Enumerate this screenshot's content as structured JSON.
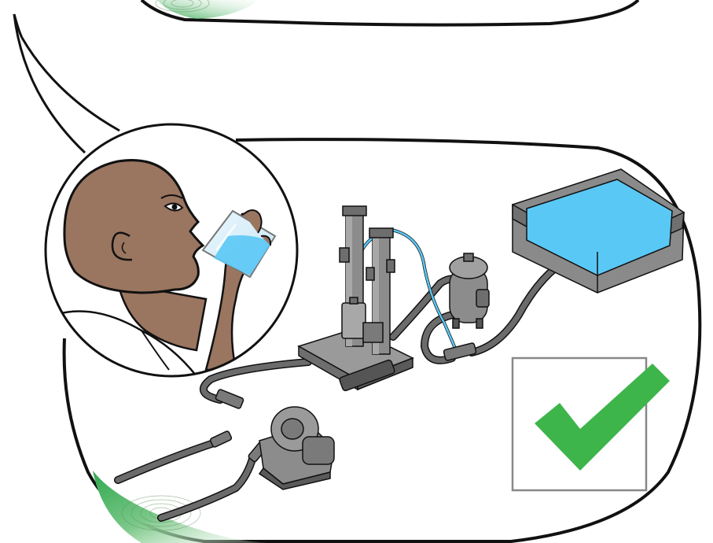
{
  "scene": {
    "panels": [
      "upper-panel",
      "lower-panel"
    ],
    "callout": "person-drinking-water",
    "equipment": [
      "water-treatment-unit",
      "pressure-tank",
      "pump",
      "water-reservoir"
    ],
    "status": "check-mark-approved"
  },
  "colors": {
    "outline": "#111111",
    "water": "#5ac8f5",
    "water_light": "#a8ddf5",
    "hose": "#6b6b6b",
    "metal": "#8c8c8c",
    "metal_dark": "#5a5a5a",
    "skin": "#9a7560",
    "check": "#3db54a",
    "check_box": "#888888",
    "grass_start": "#2fa84f",
    "grass_end": "#d8efd6"
  },
  "icons": [
    "check-icon",
    "water-glass-icon"
  ]
}
